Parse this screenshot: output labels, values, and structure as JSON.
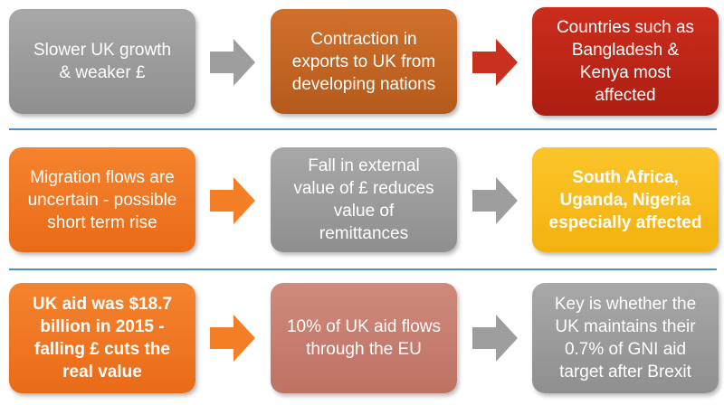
{
  "rows": [
    {
      "boxes": [
        {
          "text": "Slower UK growth\n& weaker £",
          "color": "#9c9c9c",
          "bold": false
        },
        {
          "text": "Contraction in\nexports to UK from\ndeveloping nations",
          "color": "#c4661f",
          "bold": false
        },
        {
          "text": "Countries such as\nBangladesh &\nKenya most\naffected",
          "color": "#be2517",
          "bold": false
        }
      ],
      "arrows": [
        "#9e9e9e",
        "#c9301d"
      ]
    },
    {
      "boxes": [
        {
          "text": "Migration flows are\nuncertain - possible\nshort term rise",
          "color": "#f07a24",
          "bold": false
        },
        {
          "text": "Fall in external\nvalue of £ reduces\nvalue of\nremittances",
          "color": "#9c9c9c",
          "bold": false
        },
        {
          "text": "South Africa,\nUganda, Nigeria\nespecially affected",
          "color": "#f8bb1d",
          "bold": true
        }
      ],
      "arrows": [
        "#f47f26",
        "#9e9e9e"
      ]
    },
    {
      "boxes": [
        {
          "text": "UK aid was $18.7\nbillion in 2015  -\nfalling £ cuts the\nreal value",
          "color": "#f07a24",
          "bold": true
        },
        {
          "text": "10% of UK aid flows\nthrough the EU",
          "color": "#c77e70",
          "bold": false
        },
        {
          "text": "Key is whether the\nUK maintains their\n0.7% of GNI aid\ntarget after Brexit",
          "color": "#9c9c9c",
          "bold": false
        }
      ],
      "arrows": [
        "#f47f26",
        "#9e9e9e"
      ]
    }
  ],
  "separator_color": "#4f8fcf"
}
